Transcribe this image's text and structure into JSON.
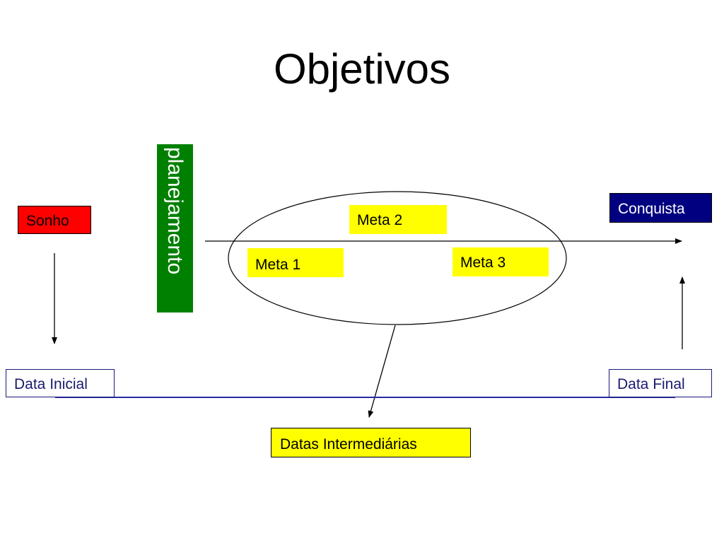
{
  "title": "Objetivos",
  "nodes": {
    "sonho": "Sonho",
    "planejamento": "planejamento",
    "meta1": "Meta 1",
    "meta2": "Meta 2",
    "meta3": "Meta 3",
    "conquista": "Conquista",
    "data_inicial": "Data Inicial",
    "data_final": "Data Final",
    "datas_intermediarias": "Datas Intermediárias"
  },
  "colors": {
    "sonho_fill": "#ff0000",
    "planejamento_fill": "#008000",
    "meta_fill": "#ffff00",
    "conquista_fill": "#000080",
    "timeline_line": "#2a2aa0"
  }
}
